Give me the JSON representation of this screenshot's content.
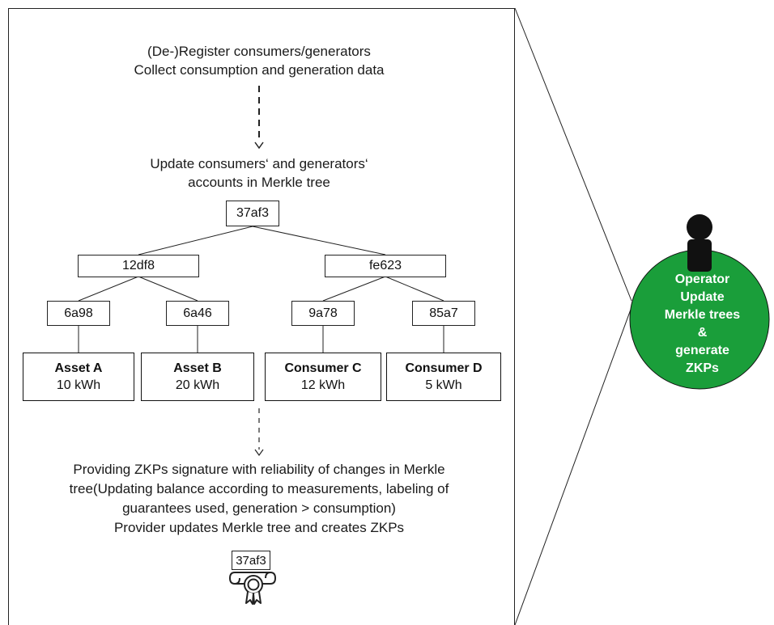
{
  "top_text": {
    "line1": "(De-)Register consumers/generators",
    "line2": "Collect consumption and generation data"
  },
  "update_text": {
    "line1": "Update consumers‘ and generators‘",
    "line2": "accounts in Merkle tree"
  },
  "tree": {
    "root": "37af3",
    "left": "12df8",
    "right": "fe623",
    "l1": "6a98",
    "l2": "6a46",
    "r1": "9a78",
    "r2": "85a7"
  },
  "leaves": [
    {
      "name": "Asset A",
      "value": "10 kWh"
    },
    {
      "name": "Asset B",
      "value": "20 kWh"
    },
    {
      "name": "Consumer C",
      "value": "12 kWh"
    },
    {
      "name": "Consumer D",
      "value": "5 kWh"
    }
  ],
  "bottom_text": {
    "line1": "Providing ZKPs signature with reliability of changes in Merkle",
    "line2": "tree(Updating balance according to measurements, labeling of",
    "line3": "guarantees used, generation > consumption)",
    "line4": "Provider updates Merkle tree and creates ZKPs"
  },
  "certificate": {
    "label": "37af3",
    "icon": "certificate-icon"
  },
  "operator": {
    "icon": "person-icon",
    "line1": "Operator",
    "line2": "Update",
    "line3": "Merkle trees",
    "line4": "&",
    "line5": "generate",
    "line6": "ZKPs",
    "circle_color": "#1a9e3a",
    "person_color": "#111111"
  }
}
